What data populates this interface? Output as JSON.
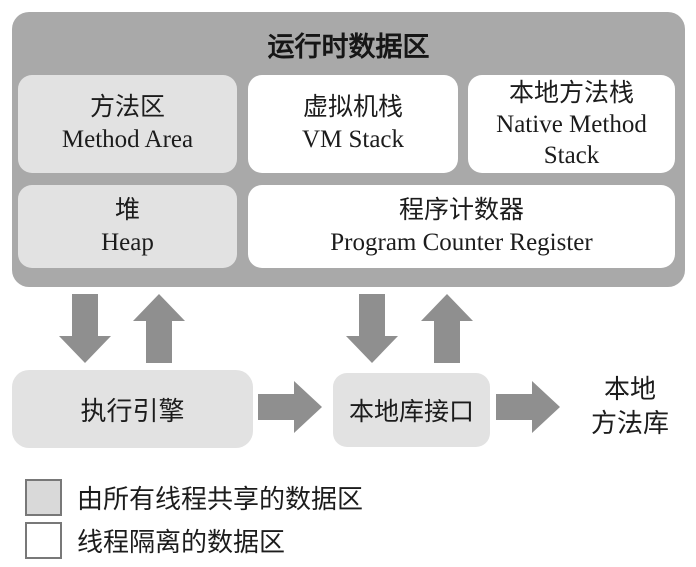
{
  "runtime": {
    "title": "运行时数据区",
    "method_area": {
      "zh": "方法区",
      "en": "Method Area"
    },
    "vm_stack": {
      "zh": "虚拟机栈",
      "en": "VM Stack"
    },
    "native_method_stack": {
      "zh": "本地方法栈",
      "en": "Native Method Stack"
    },
    "heap": {
      "zh": "堆",
      "en": "Heap"
    },
    "pc_register": {
      "zh": "程序计数器",
      "en": "Program Counter Register"
    }
  },
  "flow": {
    "execution_engine": "执行引擎",
    "native_interface": "本地库接口",
    "native_library_line1": "本地",
    "native_library_line2": "方法库"
  },
  "legend": {
    "shared": "由所有线程共享的数据区",
    "isolated": "线程隔离的数据区"
  },
  "colors": {
    "outer_container": "#a9a9a9",
    "shared_fill": "#e2e2e2",
    "isolated_fill": "#ffffff",
    "arrow": "#8f8f8f",
    "legend_border": "#787878",
    "text": "#1c1c1c",
    "background": "#ffffff"
  }
}
